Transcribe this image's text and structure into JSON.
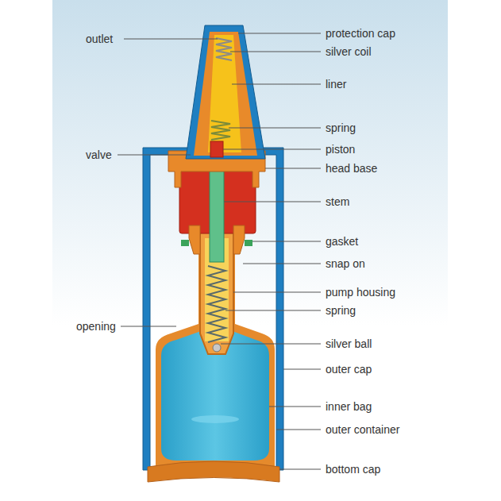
{
  "diagram": {
    "labels": [
      "outlet",
      "protection cap",
      "silver coil",
      "liner",
      "spring",
      "piston",
      "valve",
      "head base",
      "stem",
      "gasket",
      "snap on",
      "pump housing",
      "spring",
      "opening",
      "silver ball",
      "outer cap",
      "inner bag",
      "outer container",
      "bottom cap"
    ]
  }
}
